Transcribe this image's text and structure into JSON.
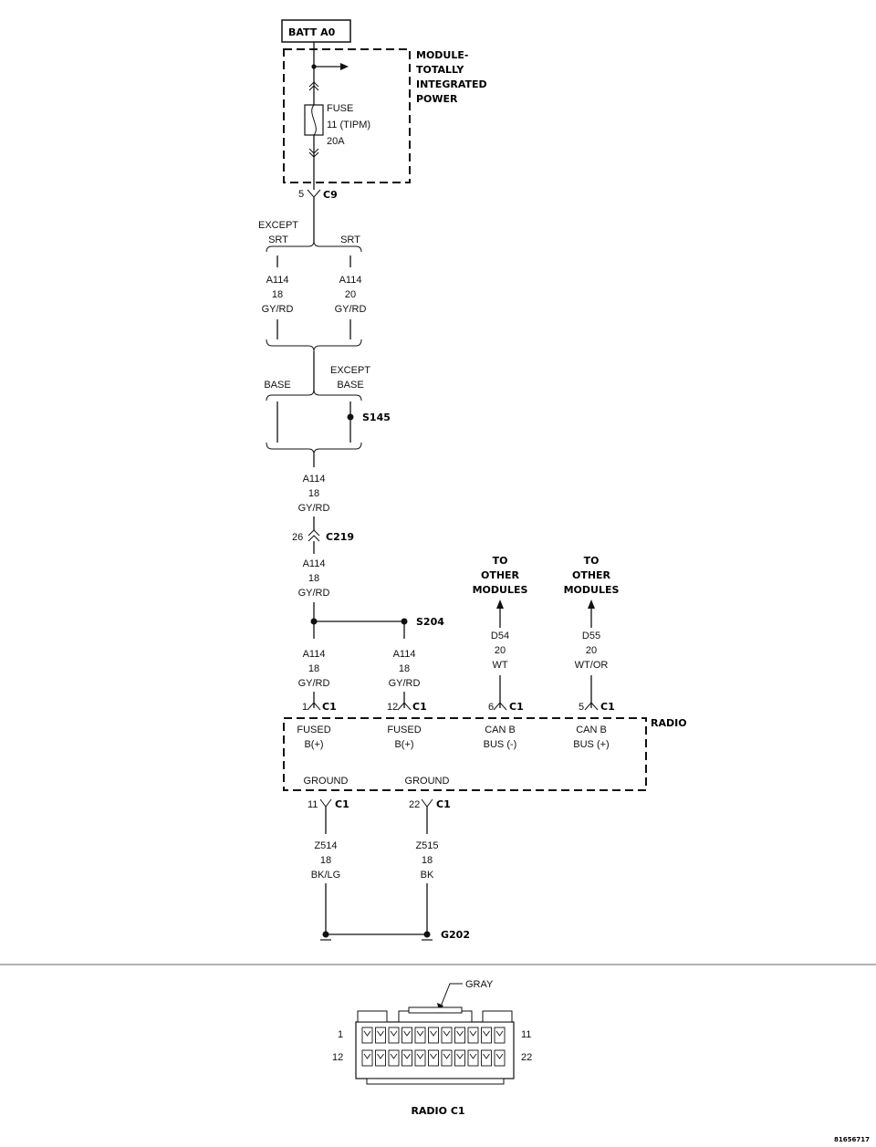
{
  "source": {
    "label": "BATT A0"
  },
  "tipm": {
    "name": "MODULE-\nTOTALLY\nINTEGRATED\nPOWER",
    "fuse_line1": "FUSE",
    "fuse_line2": "11 (TIPM)",
    "fuse_line3": "20A"
  },
  "c9": {
    "pin": "5",
    "name": "C9"
  },
  "branch1": {
    "left_label": "EXCEPT\nSRT",
    "right_label": "SRT",
    "left_wire": "A114\n18\nGY/RD",
    "right_wire": "A114\n20\nGY/RD"
  },
  "branch2": {
    "left_label": "BASE",
    "right_label": "EXCEPT\nBASE",
    "splice": "S145"
  },
  "wire_after_branch": "A114\n18\nGY/RD",
  "c219": {
    "pin": "26",
    "name": "C219"
  },
  "wire_after_c219": "A114\n18\nGY/RD",
  "s204": {
    "name": "S204"
  },
  "wire_s204_left": "A114\n18\nGY/RD",
  "wire_s204_right": "A114\n18\nGY/RD",
  "to_other_modules": "TO\nOTHER\nMODULES",
  "can_wires": {
    "minus": "D54\n20\nWT",
    "plus": "D55\n20\nWT/OR"
  },
  "radio": {
    "name": "RADIO",
    "pins": [
      {
        "pin": "1",
        "conn": "C1",
        "func": "FUSED\nB(+)"
      },
      {
        "pin": "12",
        "conn": "C1",
        "func": "FUSED\nB(+)"
      },
      {
        "pin": "6",
        "conn": "C1",
        "func": "CAN B\nBUS (-)"
      },
      {
        "pin": "5",
        "conn": "C1",
        "func": "CAN B\nBUS (+)"
      }
    ],
    "grounds": [
      {
        "label": "GROUND",
        "pin": "11",
        "conn": "C1",
        "wire": "Z514\n18\nBK/LG"
      },
      {
        "label": "GROUND",
        "pin": "22",
        "conn": "C1",
        "wire": "Z515\n18\nBK"
      }
    ]
  },
  "ground_point": "G202",
  "connector_view": {
    "color_label": "GRAY",
    "pin_top_left": "1",
    "pin_top_right": "11",
    "pin_bottom_left": "12",
    "pin_bottom_right": "22",
    "title": "RADIO C1"
  },
  "figure_id": "81656717"
}
